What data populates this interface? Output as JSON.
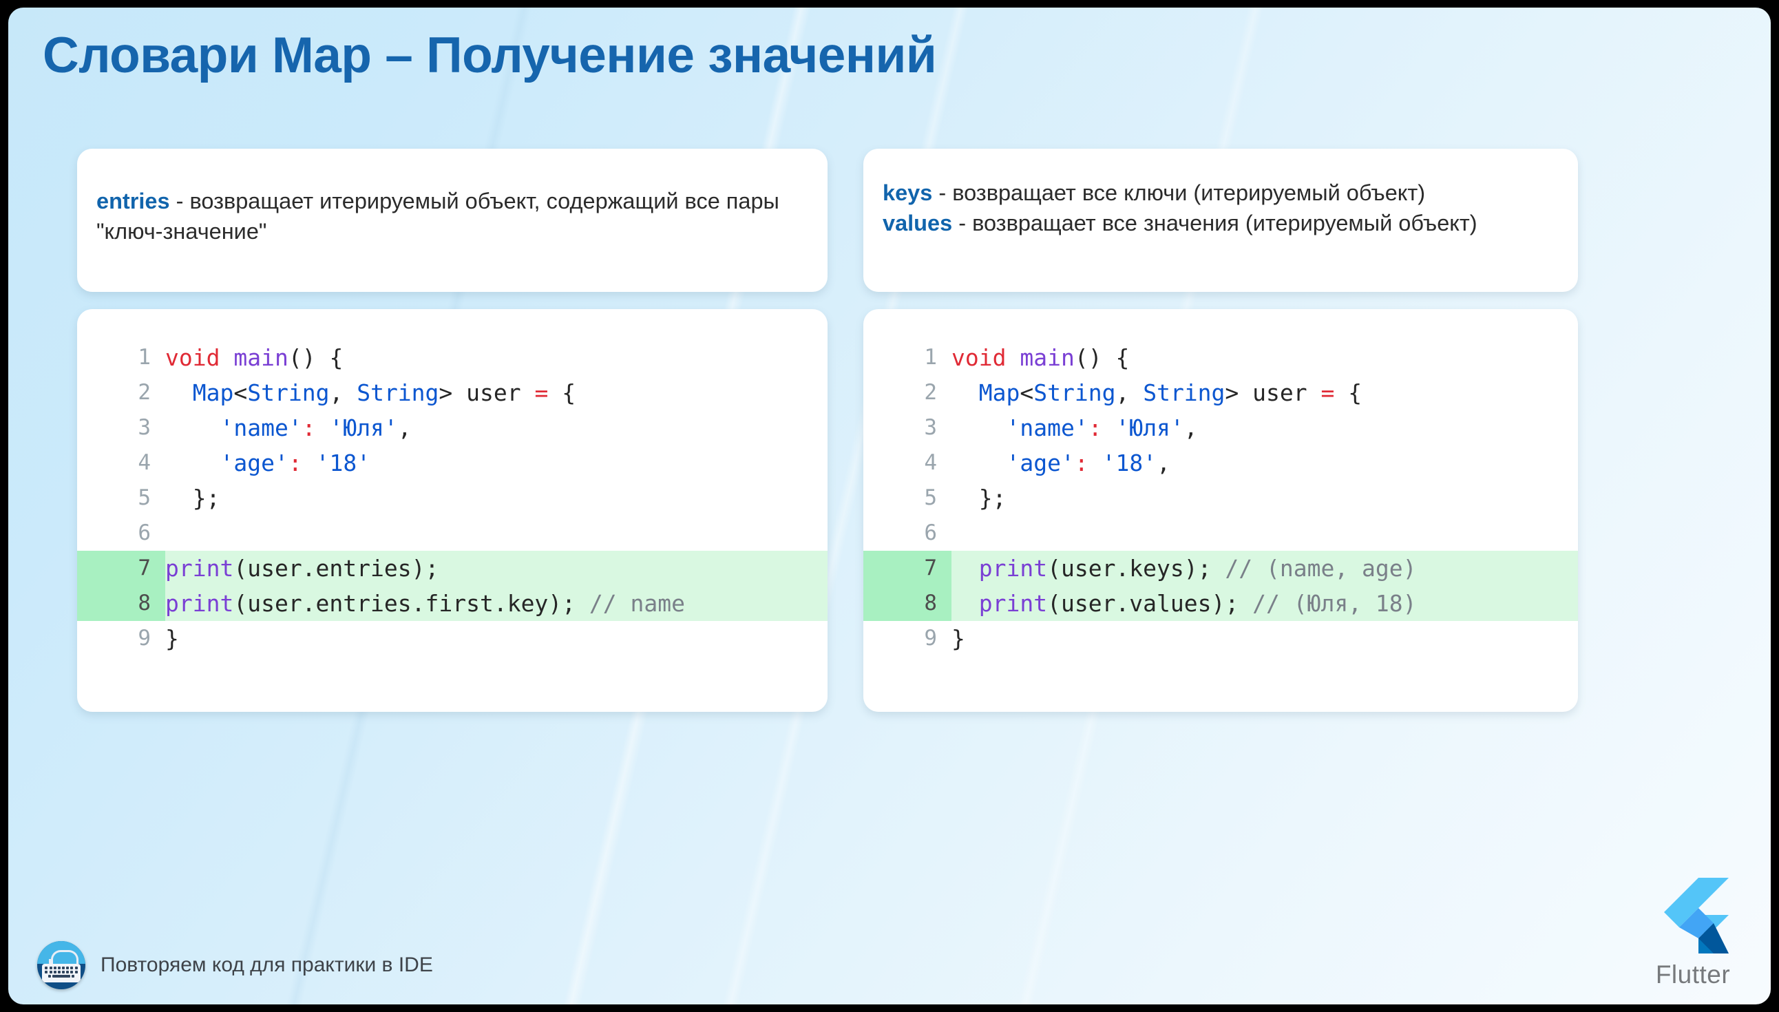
{
  "slide": {
    "title": "Словари Map – Получение значений",
    "accent_blue": "#1665ad",
    "background_from": "#c7e8f9",
    "background_to": "#f7fbfe"
  },
  "descriptions": {
    "left": {
      "keyword": "entries",
      "text": " - возвращает итерируемый объект, содержащий все пары \"ключ-значение\""
    },
    "right": {
      "keyword1": "keys",
      "text1": " - возвращает все ключи (итерируемый объект)",
      "keyword2": "values",
      "text2": " - возвращает все значения (итерируемый объект)"
    }
  },
  "code_left": {
    "lines": [
      {
        "n": "1",
        "highlight": false
      },
      {
        "n": "2",
        "highlight": false
      },
      {
        "n": "3",
        "highlight": false
      },
      {
        "n": "4",
        "highlight": false
      },
      {
        "n": "5",
        "highlight": false
      },
      {
        "n": "6",
        "highlight": false
      },
      {
        "n": "7",
        "highlight": true
      },
      {
        "n": "8",
        "highlight": true
      },
      {
        "n": "9",
        "highlight": false
      }
    ],
    "text": [
      "void main() {",
      "  Map<String, String> user = {",
      "    'name': 'Юля',",
      "    'age': '18'",
      "  };",
      "",
      "print(user.entries);",
      "print(user.entries.first.key); // name",
      "}"
    ]
  },
  "code_right": {
    "lines": [
      {
        "n": "1",
        "highlight": false
      },
      {
        "n": "2",
        "highlight": false
      },
      {
        "n": "3",
        "highlight": false
      },
      {
        "n": "4",
        "highlight": false
      },
      {
        "n": "5",
        "highlight": false
      },
      {
        "n": "6",
        "highlight": false
      },
      {
        "n": "7",
        "highlight": true
      },
      {
        "n": "8",
        "highlight": true
      },
      {
        "n": "9",
        "highlight": false
      }
    ],
    "text": [
      "void main() {",
      "  Map<String, String> user = {",
      "    'name': 'Юля',",
      "    'age': '18',",
      "  };",
      "",
      "  print(user.keys); // (name, age)",
      "  print(user.values); // (Юля, 18)",
      "}"
    ]
  },
  "footer": {
    "note": "Повторяем код для практики в IDE",
    "icon": "keyboard-icon"
  },
  "brand": {
    "name": "Flutter",
    "logo": "flutter-logo",
    "color_light": "#54c5f8",
    "color_mid": "#42a5f5",
    "color_dark": "#01579b"
  },
  "syntax_colors": {
    "keyword": "#e02a35",
    "function": "#7a3fd4",
    "type": "#0b56d0",
    "string": "#0b56d0",
    "comment": "#7a8089",
    "line_number": "#9aa5ad",
    "highlight_bg": "#d9f8e1",
    "highlight_gutter": "#a8f0c1"
  }
}
